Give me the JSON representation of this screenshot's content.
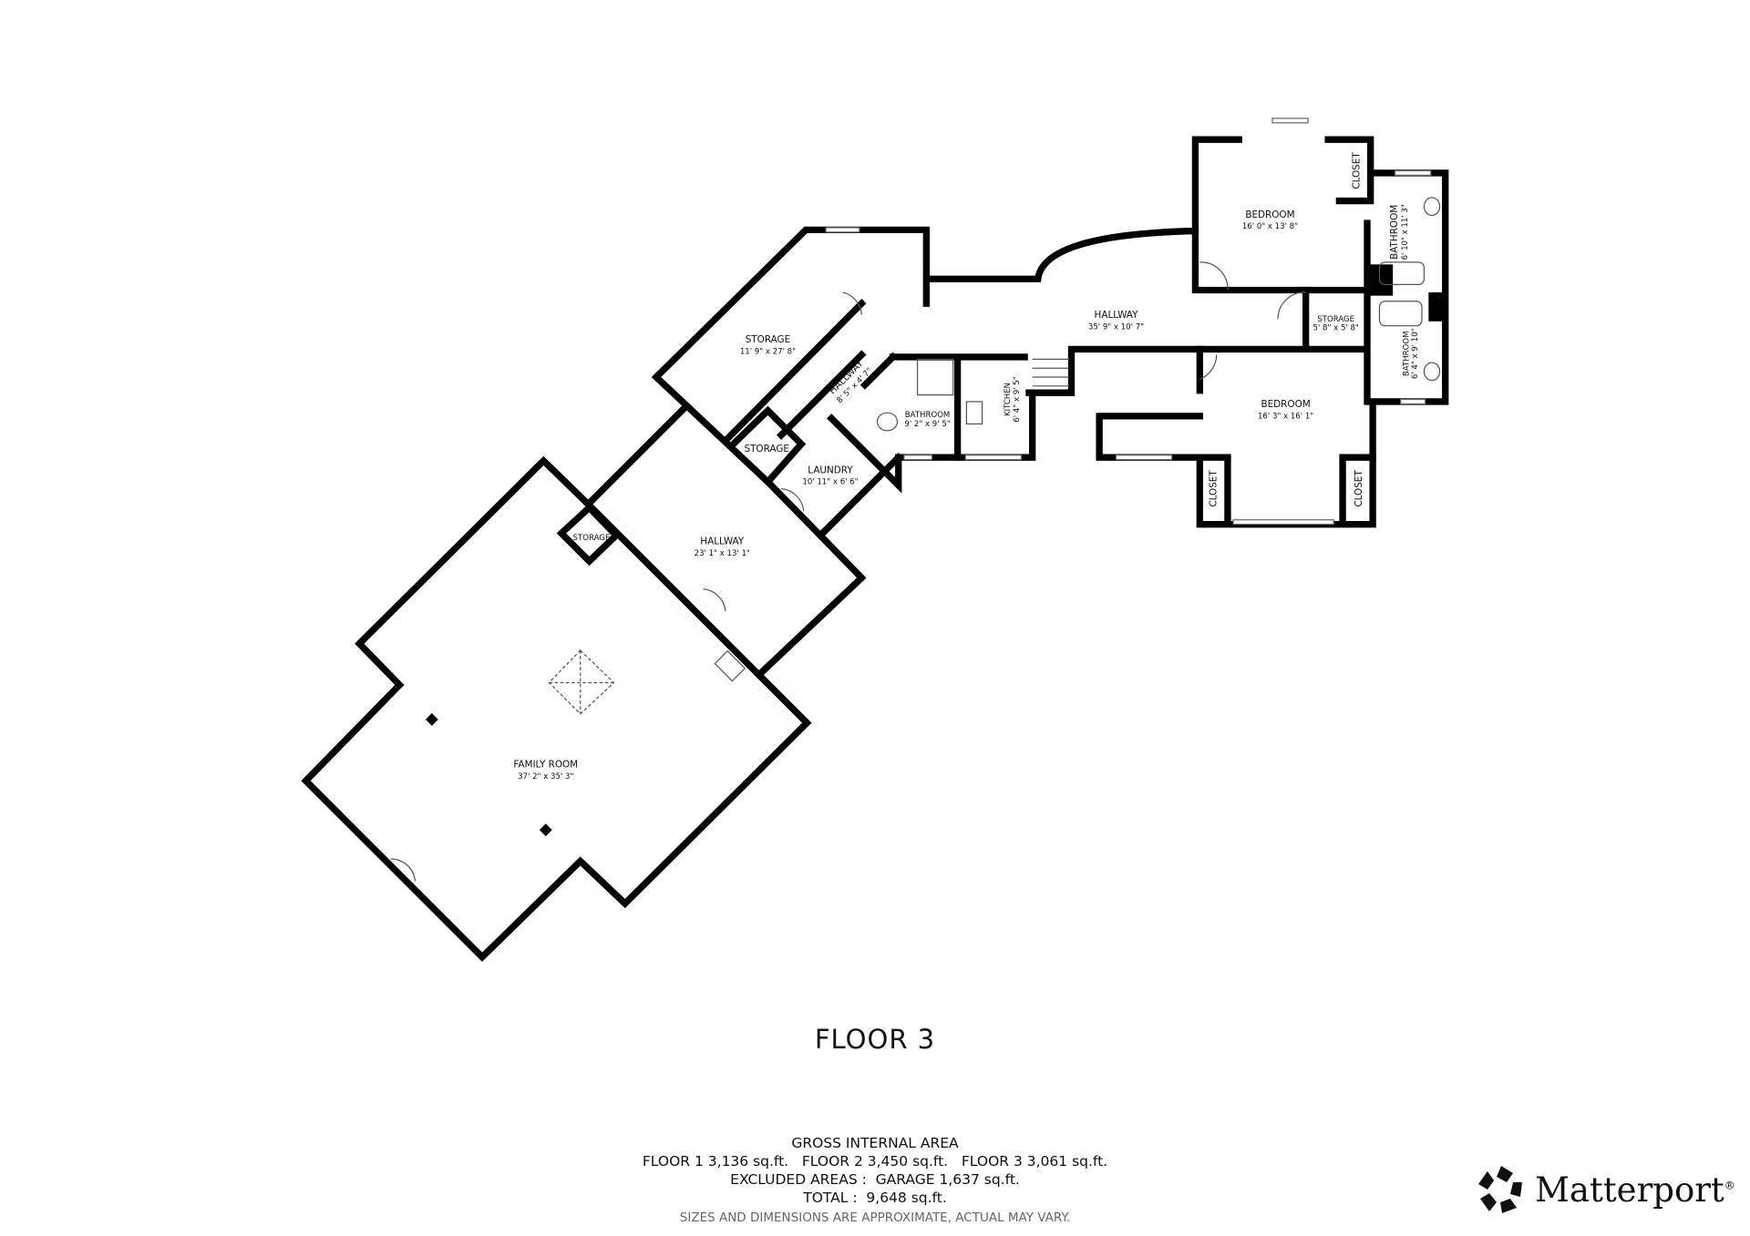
{
  "floor_title": "FLOOR 3",
  "rooms": {
    "family_room": {
      "name": "FAMILY ROOM",
      "dims": "37' 2\" x 35' 3\""
    },
    "hallway_lower": {
      "name": "HALLWAY",
      "dims": "23' 1\" x 13' 1\""
    },
    "storage_large": {
      "name": "STORAGE",
      "dims": "11' 9\" x 27' 8\""
    },
    "storage_small": {
      "name": "STORAGE"
    },
    "storage_family": {
      "name": "STORAGE"
    },
    "hallway_short": {
      "name": "HALLWAY",
      "dims": "8' 5\" x 4' 7\""
    },
    "laundry": {
      "name": "LAUNDRY",
      "dims": "10' 11\" x 6' 6\""
    },
    "bathroom_mid": {
      "name": "BATHROOM",
      "dims": "9' 2\" x 9' 5\""
    },
    "kitchen": {
      "name": "KITCHEN",
      "dims": "6' 4\" x 9' 5\""
    },
    "hallway_main": {
      "name": "HALLWAY",
      "dims": "35' 9\" x 10' 7\""
    },
    "bedroom_upper": {
      "name": "BEDROOM",
      "dims": "16' 0\" x 13' 8\""
    },
    "bedroom_lower": {
      "name": "BEDROOM",
      "dims": "16' 3\" x 16' 1\""
    },
    "storage_hall": {
      "name": "STORAGE",
      "dims": "5' 8\" x 5' 8\""
    },
    "bathroom_upper": {
      "name": "BATHROOM",
      "dims": "6' 10\" x 11' 3\""
    },
    "bathroom_lower": {
      "name": "BATHROOM",
      "dims": "6' 4\" x 9' 10\""
    },
    "closet_upper": {
      "name": "CLOSET"
    },
    "closet_lower_left": {
      "name": "CLOSET"
    },
    "closet_lower_right": {
      "name": "CLOSET"
    }
  },
  "summary": {
    "heading": "GROSS INTERNAL AREA",
    "floors": "FLOOR 1 3,136 sq.ft.   FLOOR 2 3,450 sq.ft.   FLOOR 3 3,061 sq.ft.",
    "excluded": "EXCLUDED AREAS :  GARAGE 1,637 sq.ft.",
    "total": "TOTAL :  9,648 sq.ft.",
    "note": "SIZES AND DIMENSIONS ARE APPROXIMATE, ACTUAL MAY VARY."
  },
  "logo": {
    "text": "Matterport",
    "mark": "®",
    "icon": "matterport-pinwheel-icon"
  }
}
